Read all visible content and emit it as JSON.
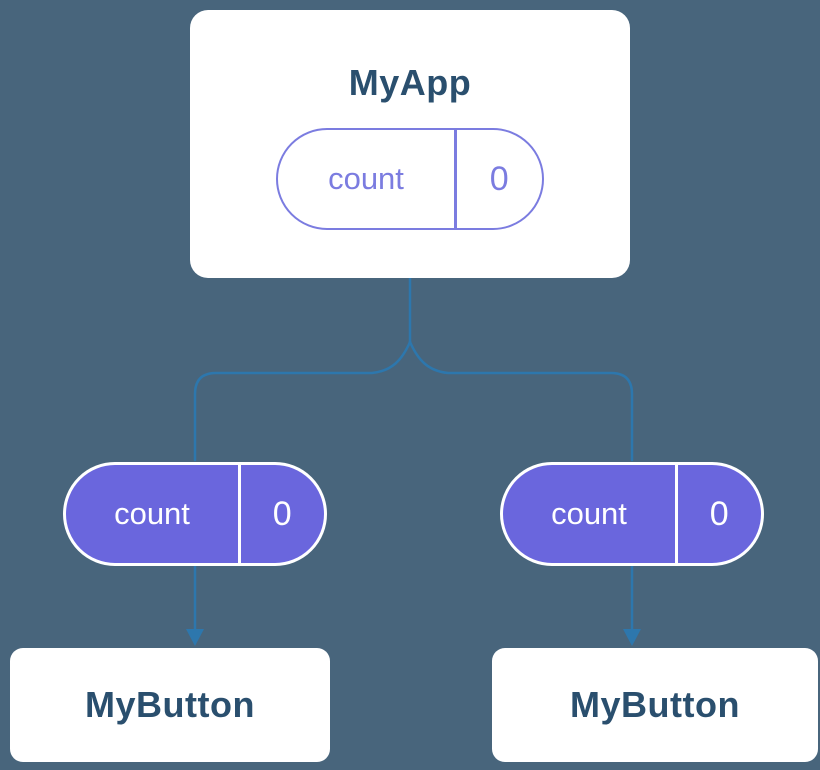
{
  "tree": {
    "root": {
      "title": "MyApp",
      "state": {
        "label": "count",
        "value": "0"
      }
    },
    "children": [
      {
        "title": "MyButton",
        "prop": {
          "label": "count",
          "value": "0"
        }
      },
      {
        "title": "MyButton",
        "prop": {
          "label": "count",
          "value": "0"
        }
      }
    ]
  },
  "colors": {
    "background": "#48657c",
    "node_background": "#ffffff",
    "node_text": "#2a4f6e",
    "state_pill_outline": "#7b7ce0",
    "prop_pill_fill": "#6a66dd",
    "prop_pill_text": "#ffffff",
    "connector": "#2d77ad"
  }
}
